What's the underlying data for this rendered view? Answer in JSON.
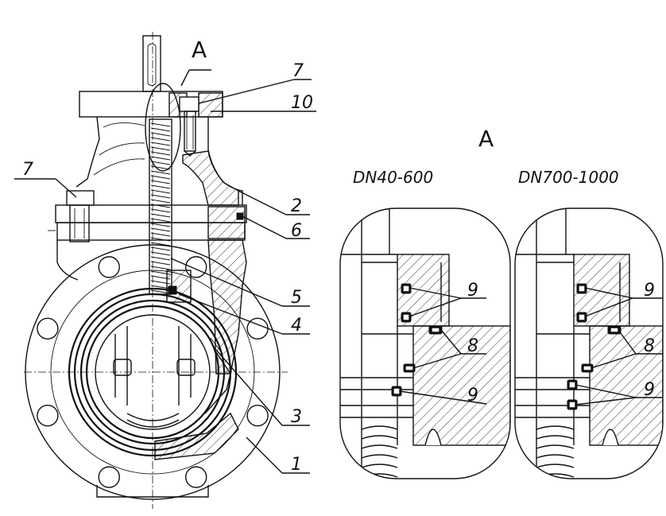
{
  "diagram": {
    "view_label": "A",
    "detail_label": "A",
    "detail_left_title": "DN40-600",
    "detail_right_title": "DN700-1000",
    "callouts": {
      "c7_top": "7",
      "c10": "10",
      "c7_left": "7",
      "c2": "2",
      "c6": "6",
      "c5": "5",
      "c4": "4",
      "c3": "3",
      "c1": "1"
    },
    "detail_left": {
      "c9_top": "9",
      "c8": "8",
      "c9_bottom": "9"
    },
    "detail_right": {
      "c9_top": "9",
      "c8": "8",
      "c9_bottom": "9"
    }
  }
}
